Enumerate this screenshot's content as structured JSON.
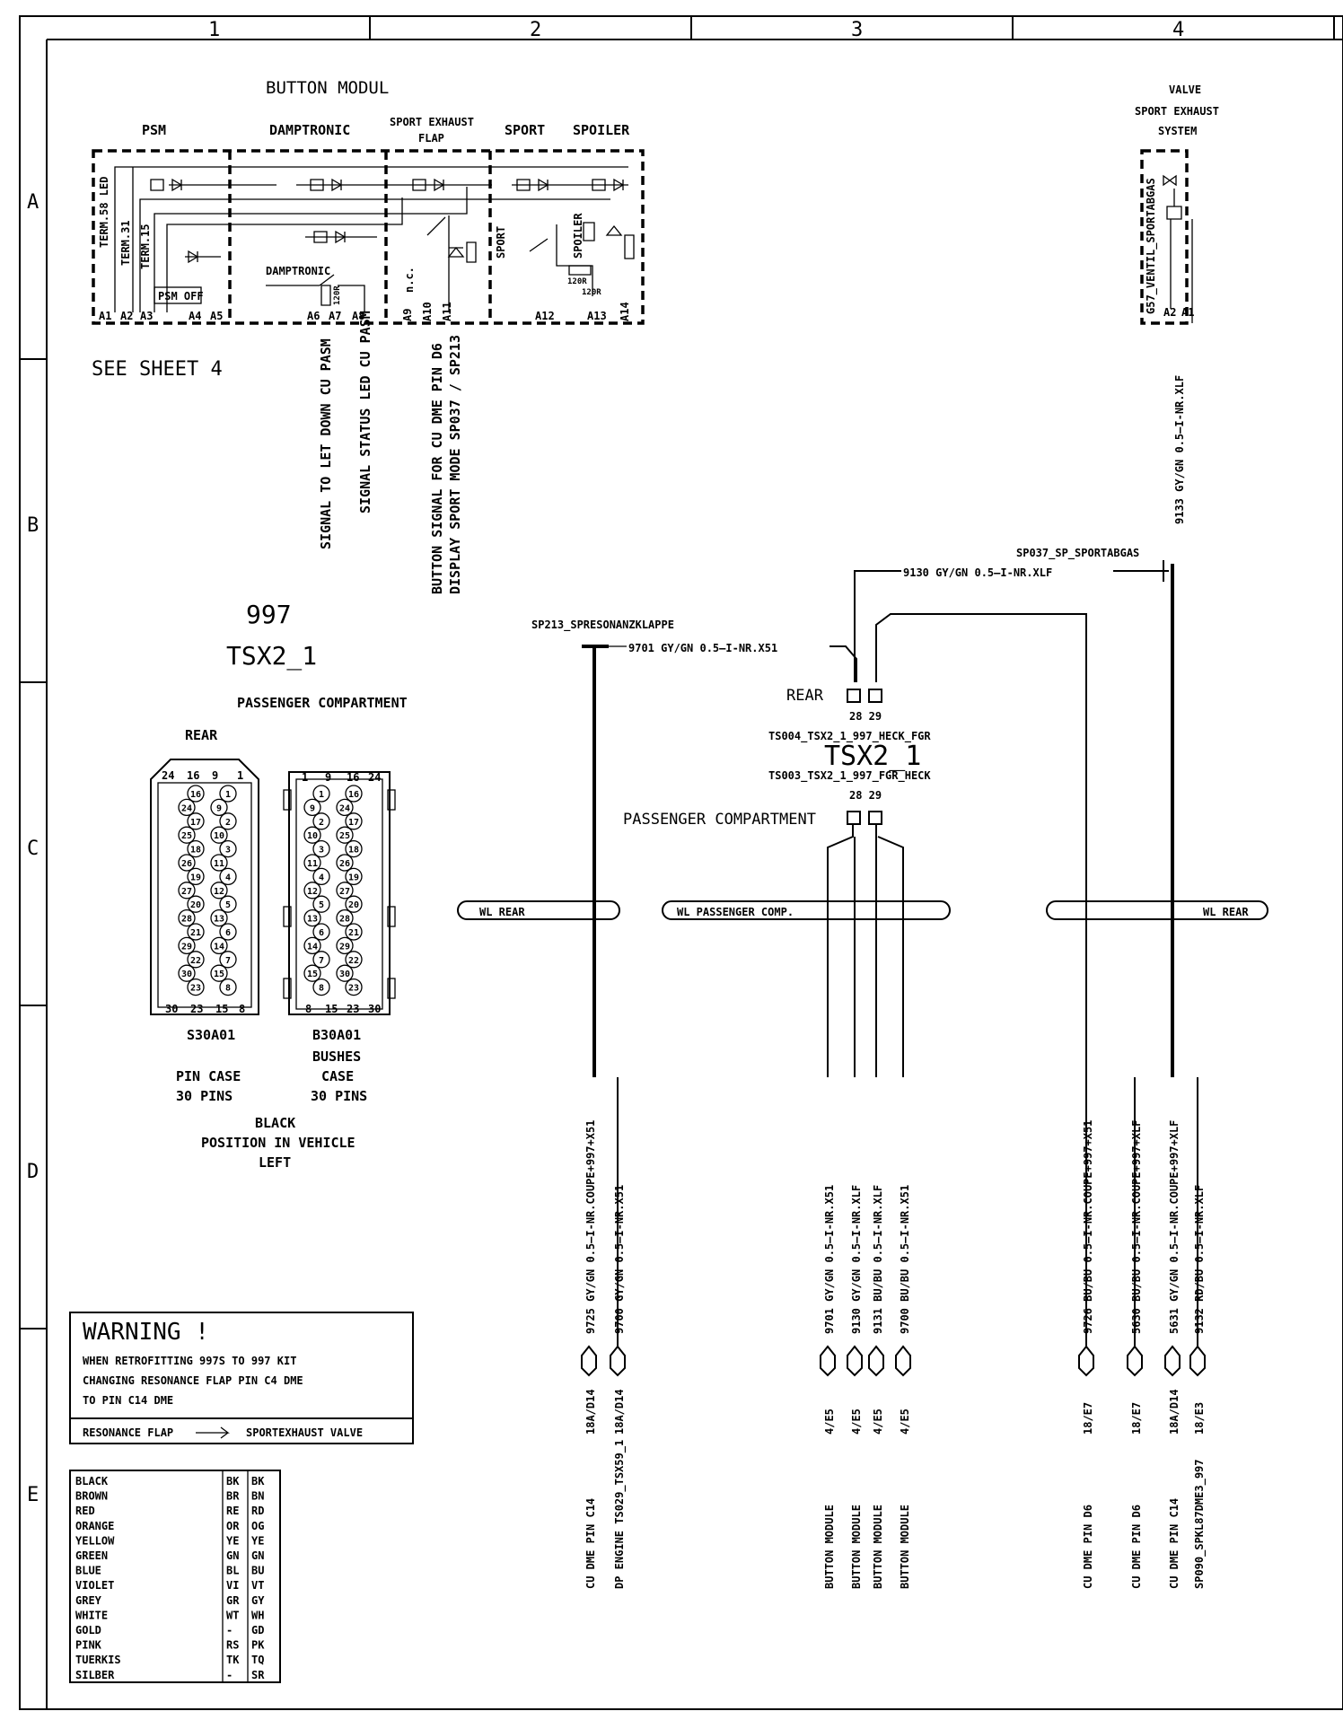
{
  "grid": {
    "columns": [
      "1",
      "2",
      "3",
      "4"
    ],
    "rows": [
      "A",
      "B",
      "C",
      "D",
      "E"
    ]
  },
  "button_module": {
    "title": "BUTTON MODUL",
    "sections": [
      "PSM",
      "DAMPTRONIC",
      "SPORT EXHAUST",
      "FLAP",
      "SPORT",
      "SPOILER"
    ],
    "inner_labels": [
      "TERM.58 LED",
      "TERM.31",
      "TERM.15",
      "PSM OFF",
      "DAMPTRONIC",
      "120R",
      "n.c.",
      "SPORT",
      "SPOILER",
      "120R",
      "120R"
    ],
    "pins": [
      "A1",
      "A2",
      "A3",
      "A4",
      "A5",
      "A6",
      "A7",
      "A8",
      "A9",
      "A10",
      "A11",
      "A12",
      "A13",
      "A14"
    ],
    "see_sheet": "SEE SHEET 4",
    "signals": [
      "SIGNAL TO LET DOWN CU PASM",
      "SIGNAL STATUS LED CU PASM",
      "BUTTON SIGNAL FOR CU DME PIN D6",
      "DISPLAY SPORT MODE SP037 / SP213"
    ]
  },
  "valve": {
    "title_lines": [
      "VALVE",
      "SPORT EXHAUST",
      "SYSTEM"
    ],
    "id": "G57_VENTIL_SPORTABGAS",
    "pins": [
      "A2",
      "A1"
    ],
    "wire": "9133 GY/GN 0.5—I-NR.XLF"
  },
  "connector": {
    "model": "997",
    "name": "TSX2_1",
    "location": "PASSENGER COMPARTMENT",
    "side": "REAR",
    "pin_case": {
      "id": "S30A01",
      "desc": [
        "PIN CASE",
        "30 PINS"
      ],
      "top_numbers": [
        "24",
        "16",
        "9",
        "1"
      ],
      "bottom_numbers": [
        "30",
        "23",
        "15",
        "8"
      ]
    },
    "bushes_case": {
      "id": "B30A01",
      "desc": [
        "BUSHES",
        "CASE",
        "30 PINS"
      ],
      "top_numbers": [
        "1",
        "9",
        "16",
        "24"
      ],
      "bottom_numbers": [
        "8",
        "15",
        "23",
        "30"
      ]
    },
    "footer": [
      "BLACK",
      "POSITION IN VEHICLE",
      "LEFT"
    ],
    "pin_rows": [
      [
        "16",
        "1"
      ],
      [
        "24",
        "9"
      ],
      [
        "17",
        "2"
      ],
      [
        "25",
        "10"
      ],
      [
        "18",
        "3"
      ],
      [
        "26",
        "11"
      ],
      [
        "19",
        "4"
      ],
      [
        "27",
        "12"
      ],
      [
        "20",
        "5"
      ],
      [
        "28",
        "13"
      ],
      [
        "21",
        "6"
      ],
      [
        "29",
        "14"
      ],
      [
        "22",
        "7"
      ],
      [
        "30",
        "15"
      ],
      [
        "23",
        "8"
      ]
    ]
  },
  "splices": {
    "sp213": {
      "name": "SP213_SPRESONANZKLAPPE",
      "wire": "9701 GY/GN 0.5—I-NR.X51"
    },
    "sp037": {
      "name": "SP037_SP_SPORTABGAS",
      "wire": "9130 GY/GN 0.5—I-NR.XLF"
    }
  },
  "tsx": {
    "rear_label": "REAR",
    "pins_top": "28 29",
    "heck": "TS004_TSX2_1_997_HECK_FGR",
    "name": "TSX2_1",
    "fgr": "TS003_TSX2_1_997_FGR_HECK",
    "pins_bottom": "28 29",
    "passenger_label": "PASSENGER COMPARTMENT"
  },
  "harness": {
    "left": "WL REAR",
    "middle": "WL PASSENGER COMP.",
    "right": "WL REAR"
  },
  "wires": [
    {
      "wire": "9725 GY/GN 0.5—I-NR.COUPE+997+X51",
      "loc": "18A/D14",
      "dest": "CU DME PIN C14"
    },
    {
      "wire": "9700 GY/GN 0.5—I-NR.X51",
      "loc": "18A/D14",
      "dest": "DP ENGINE TS029_TSX59_1"
    },
    {
      "wire": "9701 GY/GN 0.5—I-NR.X51",
      "loc": "4/E5",
      "dest": "BUTTON MODULE"
    },
    {
      "wire": "9130 GY/GN 0.5—I-NR.XLF",
      "loc": "4/E5",
      "dest": "BUTTON MODULE"
    },
    {
      "wire": "9131 BU/BU 0.5—I-NR.XLF",
      "loc": "4/E5",
      "dest": "BUTTON MODULE"
    },
    {
      "wire": "9700 BU/BU 0.5—I-NR.X51",
      "loc": "4/E5",
      "dest": "BUTTON MODULE"
    },
    {
      "wire": "9726 BU/BU 0.5—I-NR.COUPE+997+X51",
      "loc": "18/E7",
      "dest": "CU DME PIN D6"
    },
    {
      "wire": "5630 BU/BU 0.5—I-NR.COUPE+997+XLF",
      "loc": "18/E7",
      "dest": "CU DME PIN D6"
    },
    {
      "wire": "5631 GY/GN 0.5—I-NR.COUPE+997+XLF",
      "loc": "18A/D14",
      "dest": "CU DME PIN C14"
    },
    {
      "wire": "9132 RD/BU 0.5—I-NR.XLF",
      "loc": "18/E3",
      "dest": "SP090_SPKL87DME3_997"
    }
  ],
  "warning": {
    "title": "WARNING !",
    "lines": [
      "WHEN RETROFITTING 997S TO 997 KIT",
      "CHANGING RESONANCE FLAP PIN C4 DME",
      "TO PIN C14 DME"
    ],
    "from": "RESONANCE FLAP",
    "to": "SPORTEXHAUST VALVE"
  },
  "color_table": [
    [
      "BLACK",
      "BK",
      "BK"
    ],
    [
      "BROWN",
      "BR",
      "BN"
    ],
    [
      "RED",
      "RE",
      "RD"
    ],
    [
      "ORANGE",
      "OR",
      "OG"
    ],
    [
      "YELLOW",
      "YE",
      "YE"
    ],
    [
      "GREEN",
      "GN",
      "GN"
    ],
    [
      "BLUE",
      "BL",
      "BU"
    ],
    [
      "VIOLET",
      "VI",
      "VT"
    ],
    [
      "GREY",
      "GR",
      "GY"
    ],
    [
      "WHITE",
      "WT",
      "WH"
    ],
    [
      "GOLD",
      "-",
      "GD"
    ],
    [
      "PINK",
      "RS",
      "PK"
    ],
    [
      "TUERKIS",
      "TK",
      "TQ"
    ],
    [
      "SILBER",
      "-",
      "SR"
    ]
  ]
}
